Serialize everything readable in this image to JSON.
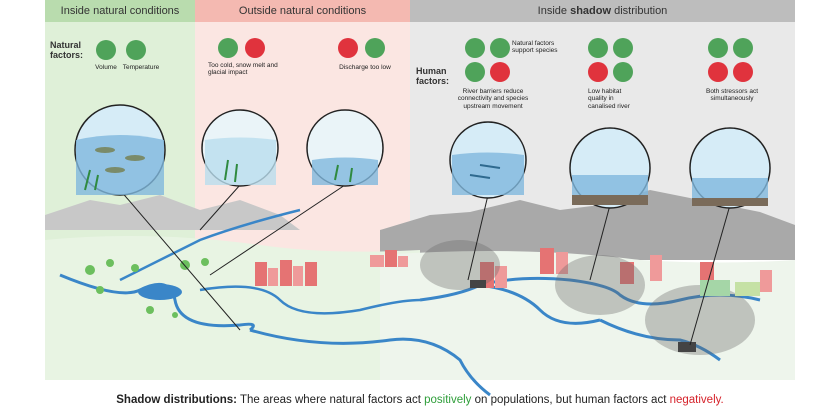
{
  "headers": {
    "inside": "Inside natural conditions",
    "outside": "Outside natural conditions",
    "shadow_prefix": "Inside ",
    "shadow_word": "shadow",
    "shadow_suffix": " distribution"
  },
  "colors": {
    "inside_band": "#dff0d8",
    "outside_band": "#fbe3e0",
    "shadow_band": "#e6e6e6",
    "icon_positive": "#4fa35a",
    "icon_negative": "#e0333d",
    "river": "#3a86c8",
    "city": "#e57373"
  },
  "natural_factors": {
    "label_line1": "Natural",
    "label_line2": "factors:",
    "volume": "Volume",
    "temperature": "Temperature",
    "volume_icon": "water-flow-icon",
    "temperature_icon": "thermometer-icon"
  },
  "outside_labels": {
    "cold": "Too cold, snow melt and glacial impact",
    "discharge": "Discharge too low"
  },
  "human_factors": {
    "label_line1": "Human",
    "label_line2": "factors:",
    "support": "Natural factors support species",
    "barriers": "River barriers reduce connectivity and species upstream movement",
    "habitat": "Low habitat quality in canalised river",
    "both": "Both stressors act simultaneously"
  },
  "caption": {
    "title": "Shadow distributions:",
    "text1": " The areas where natural factors act ",
    "positive": "positively",
    "text2": " on populations, but human factors act ",
    "negative": "negatively",
    "end": "."
  }
}
